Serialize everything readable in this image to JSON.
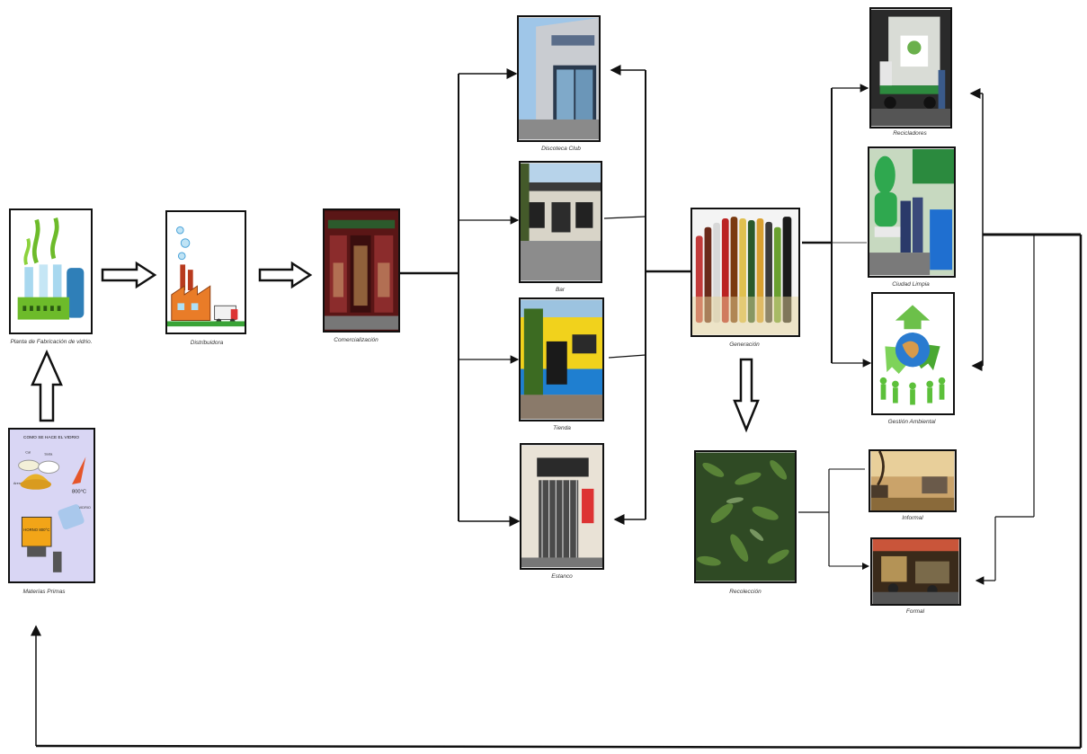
{
  "nodes": {
    "planta": "Planta de Fabricación de vidrio.",
    "distribuidora": "Distribuidora",
    "comercializacion": "Comercialización",
    "materias": "Materias Primas",
    "discoteca": "Discoteca Club",
    "bar": "Bar",
    "tienda": "Tienda",
    "estanco": "Estanco",
    "generacion": "Generación",
    "recoleccion": "Recolección",
    "recicladores": "Recicladores",
    "ciudad": "Ciudad Limpia",
    "gestion": "Gestión Ambiental",
    "informal": "Informal",
    "formal": "Formal"
  },
  "materias_image_text": {
    "title": "COMO SE HACE EL VIDRIO",
    "labels": [
      "Cal",
      "Soda",
      "Arena",
      "800°C",
      "HORNO 800°C",
      "VIDRIO"
    ]
  },
  "icons": [
    "factory-illustration",
    "distribution-illustration",
    "shop-photo",
    "raw-materials-illustration",
    "club-photo",
    "bar-photo",
    "store-photo",
    "liquor-store-photo",
    "bottles-photo",
    "collected-glass-photo",
    "recycling-truck-photo",
    "clean-city-photo",
    "recycle-globe-illustration",
    "informal-collection-photo",
    "formal-collection-photo"
  ]
}
